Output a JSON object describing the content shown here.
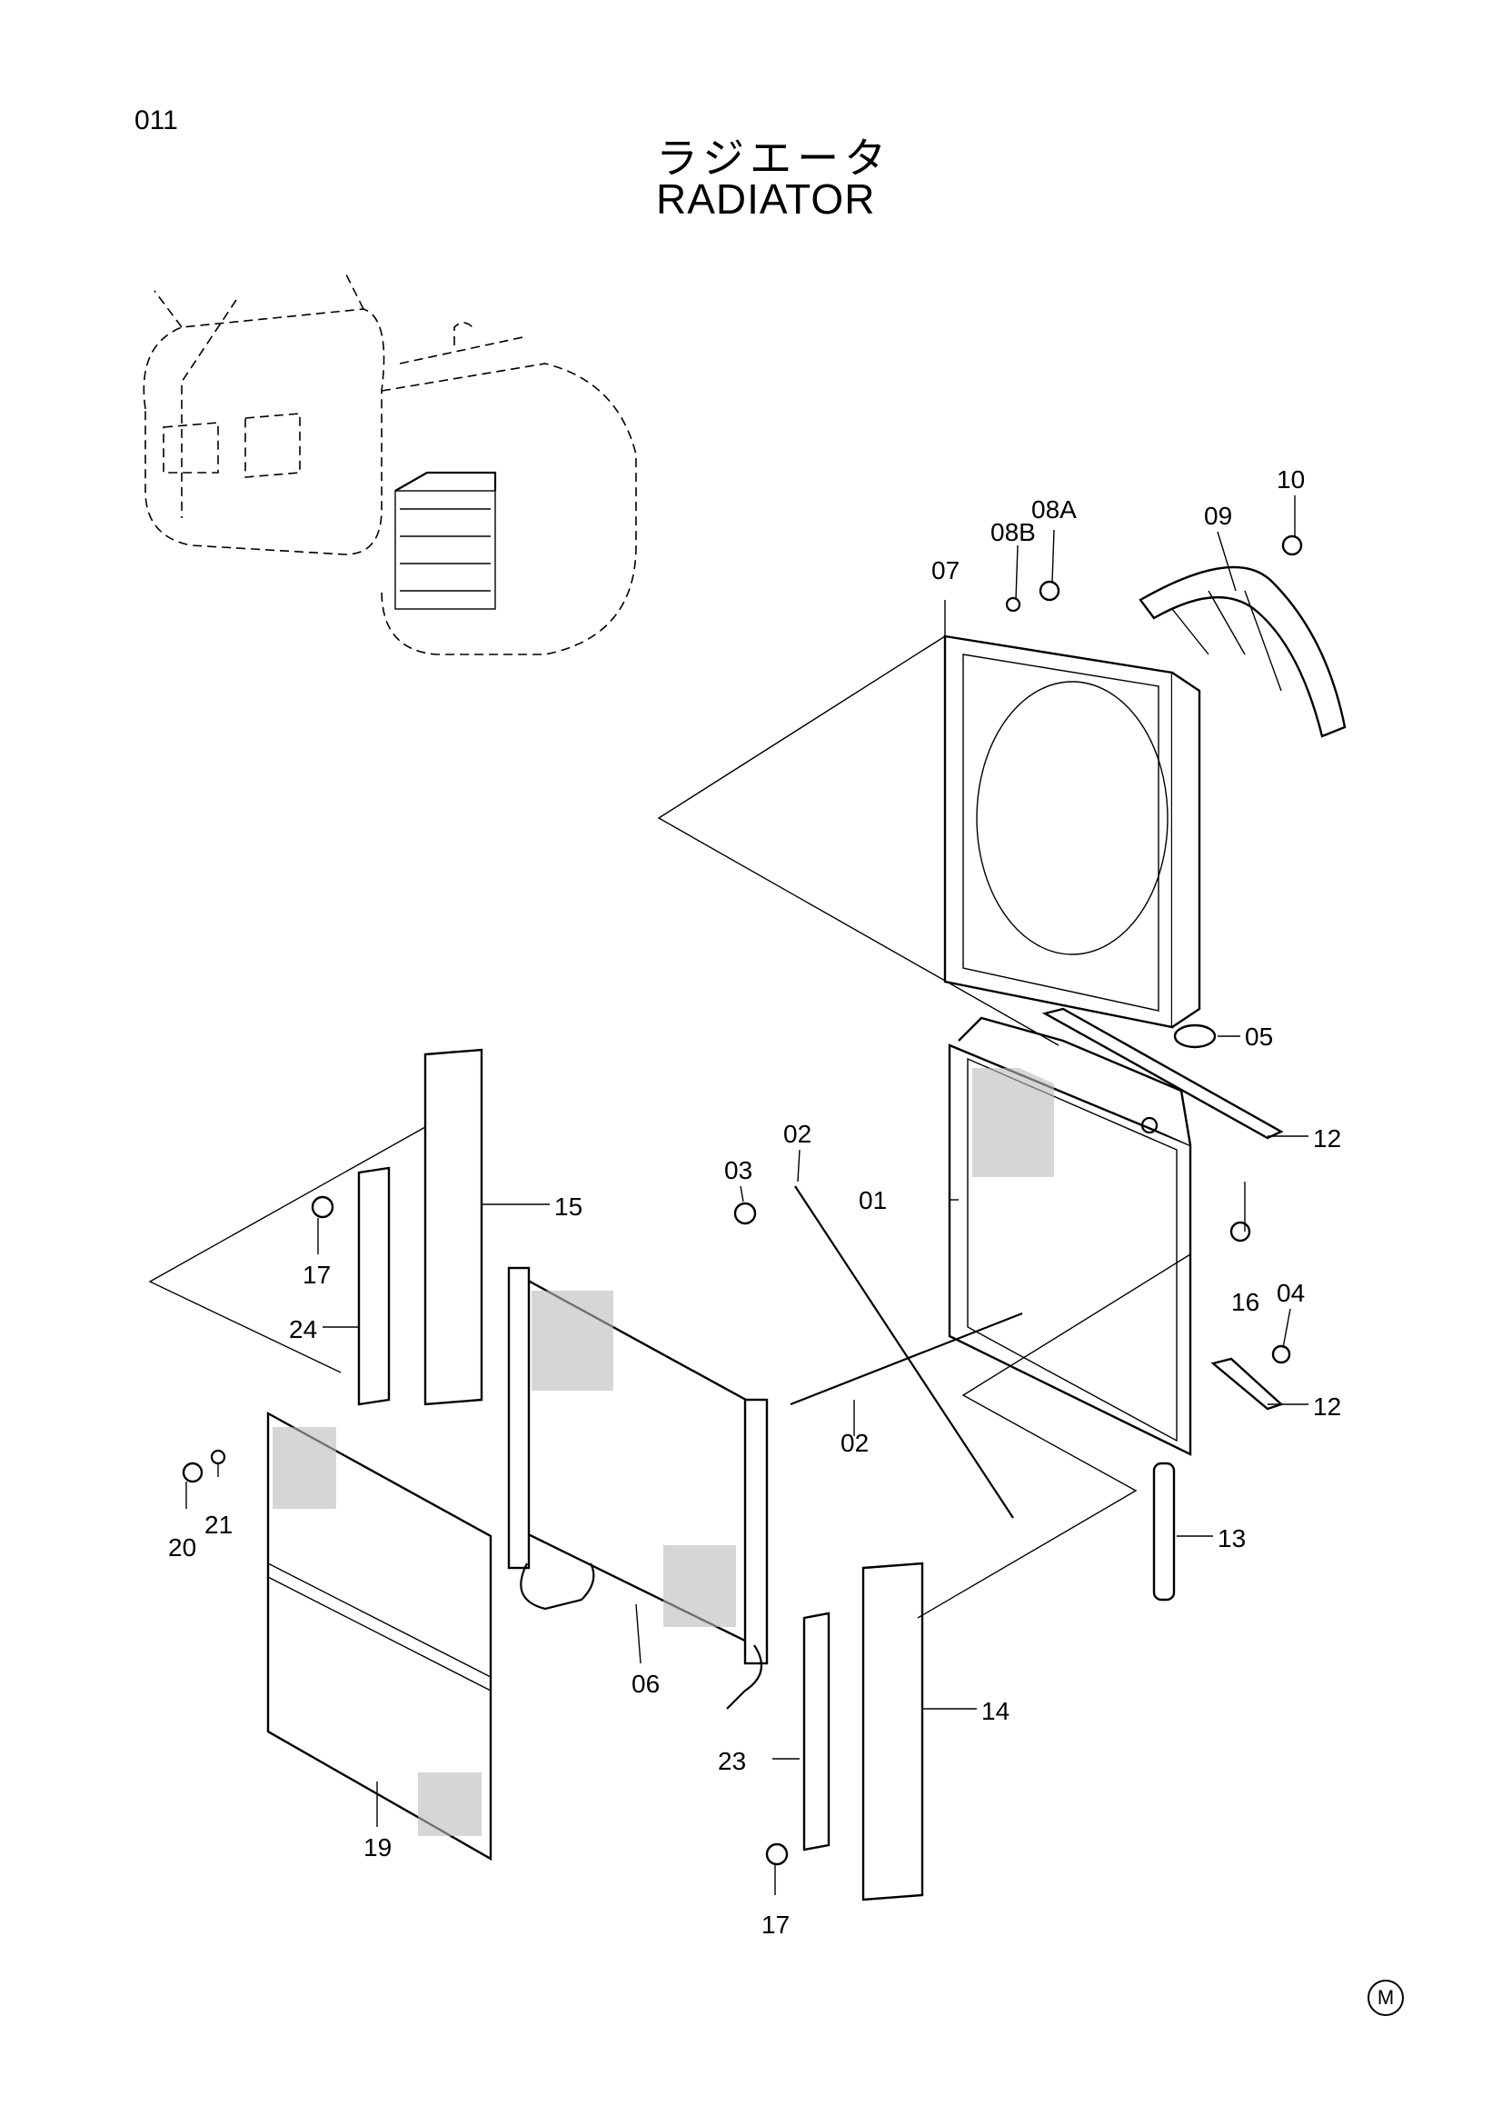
{
  "page": {
    "code": "011",
    "title_jp": "ラジエータ",
    "title_en": "RADIATOR",
    "maker_mark": "M"
  },
  "callouts": {
    "c01": "01",
    "c02a": "02",
    "c02b": "02",
    "c03": "03",
    "c04": "04",
    "c05": "05",
    "c06": "06",
    "c07": "07",
    "c08a": "08A",
    "c08b": "08B",
    "c09": "09",
    "c10": "10",
    "c12a": "12",
    "c12b": "12",
    "c13": "13",
    "c14": "14",
    "c15": "15",
    "c16": "16",
    "c17a": "17",
    "c17b": "17",
    "c19": "19",
    "c20": "20",
    "c21": "21",
    "c23": "23",
    "c24": "24"
  }
}
